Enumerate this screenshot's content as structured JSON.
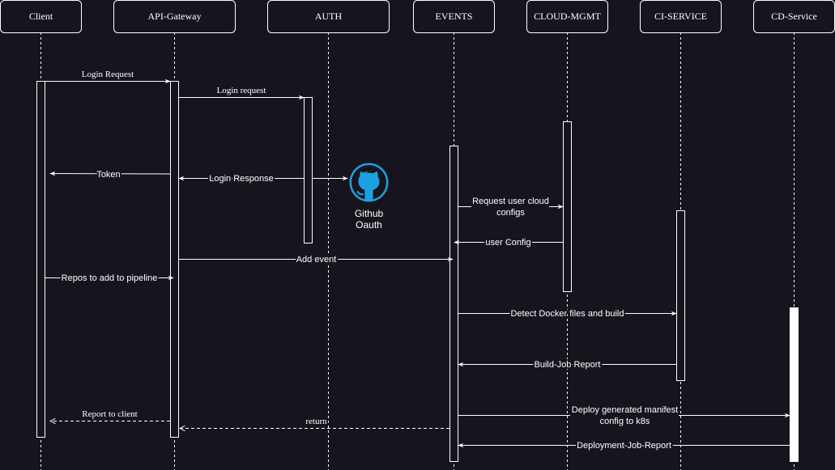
{
  "participants": [
    "Client",
    "API-Gateway",
    "AUTH",
    "EVENTS",
    "CLOUD-MGMT",
    "CI-SERVICE",
    "CD-Service"
  ],
  "messages": {
    "login_request_1": "Login Request",
    "login_request_2": "Login request",
    "token": "Token",
    "login_response": "Login Response",
    "request_cloud_configs_line1": "Request user cloud",
    "request_cloud_configs_line2": "configs",
    "user_config": "user Config",
    "add_event": "Add event",
    "repos_to_add": "Repos to add to pipeline",
    "detect_docker": "Detect Docker files and build",
    "build_job_report": "Build-Job Report",
    "report_to_client": "Report to client",
    "return": "return",
    "deploy_manifest_line1": "Deploy generated manifest",
    "deploy_manifest_line2": "config to k8s",
    "deployment_job_report": "Deployment-Job-Report"
  },
  "github_oauth": {
    "icon": "github-icon",
    "label_line1": "Github",
    "label_line2": "Oauth",
    "color": "#1ba1e2"
  },
  "colors": {
    "background": "#18141d",
    "foreground": "#ffffff",
    "accent": "#1ba1e2"
  }
}
